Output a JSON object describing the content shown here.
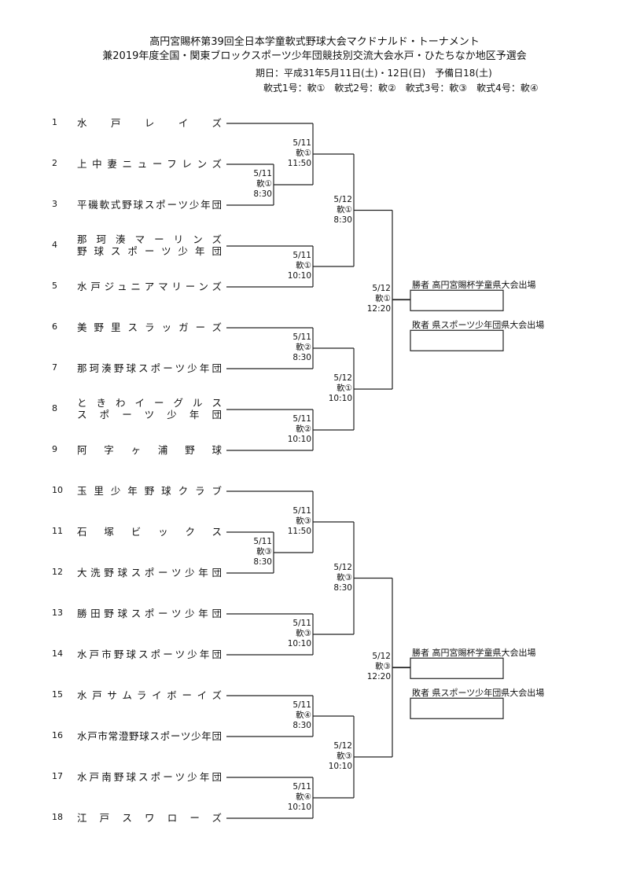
{
  "header": {
    "title_line1": "高円宮賜杯第39回全日本学童軟式野球大会マクドナルド・トーナメント",
    "title_line2": "兼2019年度全国・関東ブロックスポーツ少年団競技別交流大会水戸・ひたちなか地区予選会",
    "schedule": "期日：平成31年5月11日(土)・12日(日)　予備日18(土)",
    "courts": "軟式1号：軟①　軟式2号：軟②　軟式3号：軟③　軟式4号：軟④"
  },
  "teams": [
    {
      "no": "1",
      "lines": [
        "水戸レイズ"
      ]
    },
    {
      "no": "2",
      "lines": [
        "上中妻ニューフレンズ"
      ]
    },
    {
      "no": "3",
      "lines": [
        "平磯軟式野球スポーツ少年団"
      ]
    },
    {
      "no": "4",
      "lines": [
        "那珂湊マーリンズ",
        "野球スポーツ少年団"
      ]
    },
    {
      "no": "5",
      "lines": [
        "水戸ジュニアマリーンズ"
      ]
    },
    {
      "no": "6",
      "lines": [
        "美野里スラッガーズ"
      ]
    },
    {
      "no": "7",
      "lines": [
        "那珂湊野球スポーツ少年団"
      ]
    },
    {
      "no": "8",
      "lines": [
        "ときわイーグルス",
        "スポーツ少年団"
      ]
    },
    {
      "no": "9",
      "lines": [
        "阿字ヶ浦野球"
      ]
    },
    {
      "no": "10",
      "lines": [
        "玉里少年野球クラブ"
      ]
    },
    {
      "no": "11",
      "lines": [
        "石塚ビックス"
      ]
    },
    {
      "no": "12",
      "lines": [
        "大洗野球スポーツ少年団"
      ]
    },
    {
      "no": "13",
      "lines": [
        "勝田野球スポーツ少年団"
      ]
    },
    {
      "no": "14",
      "lines": [
        "水戸市野球スポーツ少年団"
      ]
    },
    {
      "no": "15",
      "lines": [
        "水戸サムライボーイズ"
      ]
    },
    {
      "no": "16",
      "lines": [
        "水戸市常澄野球スポーツ少年団"
      ]
    },
    {
      "no": "17",
      "lines": [
        "水戸南野球スポーツ少年団"
      ]
    },
    {
      "no": "18",
      "lines": [
        "江戸スワローズ"
      ]
    }
  ],
  "matches": [
    {
      "date": "5/11",
      "court": "軟①",
      "time": "8:30"
    },
    {
      "date": "5/11",
      "court": "軟①",
      "time": "11:50"
    },
    {
      "date": "5/11",
      "court": "軟①",
      "time": "10:10"
    },
    {
      "date": "5/12",
      "court": "軟①",
      "time": "8:30"
    },
    {
      "date": "5/11",
      "court": "軟②",
      "time": "8:30"
    },
    {
      "date": "5/11",
      "court": "軟②",
      "time": "10:10"
    },
    {
      "date": "5/12",
      "court": "軟①",
      "time": "10:10"
    },
    {
      "date": "5/12",
      "court": "軟①",
      "time": "12:20"
    },
    {
      "date": "5/11",
      "court": "軟③",
      "time": "8:30"
    },
    {
      "date": "5/11",
      "court": "軟③",
      "time": "11:50"
    },
    {
      "date": "5/11",
      "court": "軟③",
      "time": "10:10"
    },
    {
      "date": "5/12",
      "court": "軟③",
      "time": "8:30"
    },
    {
      "date": "5/11",
      "court": "軟④",
      "time": "8:30"
    },
    {
      "date": "5/11",
      "court": "軟④",
      "time": "10:10"
    },
    {
      "date": "5/12",
      "court": "軟③",
      "time": "10:10"
    },
    {
      "date": "5/12",
      "court": "軟③",
      "time": "12:20"
    }
  ],
  "results": [
    {
      "winner_label": "勝者 高円宮賜杯学童県大会出場",
      "loser_label": "敗者 県スポーツ少年団県大会出場"
    },
    {
      "winner_label": "勝者 高円宮賜杯学童県大会出場",
      "loser_label": "敗者 県スポーツ少年団県大会出場"
    }
  ]
}
